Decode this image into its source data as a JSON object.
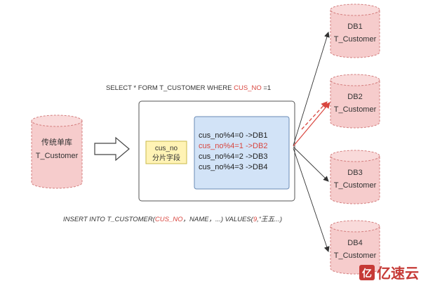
{
  "source_db": {
    "line1": "传统单库",
    "line2": "T_Customer"
  },
  "select_sql": {
    "prefix": "SELECT * FORM T_CUSTOMER WHERE ",
    "highlight": "CUS_NO",
    "suffix": " =1"
  },
  "shard_key": {
    "line1": "cus_no",
    "line2": "分片字段"
  },
  "rules": [
    {
      "text": "cus_no%4=0 ->DB1",
      "highlighted": false
    },
    {
      "text": "cus_no%4=1 ->DB2",
      "highlighted": true
    },
    {
      "text": "cus_no%4=2 ->DB3",
      "highlighted": false
    },
    {
      "text": "cus_no%4=3 ->DB4",
      "highlighted": false
    }
  ],
  "insert_sql": {
    "part1": "INSERT INTO T_CUSTOMER(",
    "hl1": "CUS_NO",
    "part2": "，NAME，...) VALUES(",
    "hl2": "9",
    "part3": ",“王五...)"
  },
  "databases": [
    {
      "name": "DB1",
      "table": "T_Customer"
    },
    {
      "name": "DB2",
      "table": "T_Customer"
    },
    {
      "name": "DB3",
      "table": "T_Customer"
    },
    {
      "name": "DB4",
      "table": "T_Customer"
    }
  ],
  "watermark": {
    "mark": "亿",
    "text": "亿速云"
  },
  "colors": {
    "cylinder_fill": "#f6cccc",
    "cylinder_stroke": "#d47f7f",
    "accent_red": "#d9463f",
    "rule_box_fill": "#d2e3f7",
    "key_box_fill": "#fff3b5"
  }
}
